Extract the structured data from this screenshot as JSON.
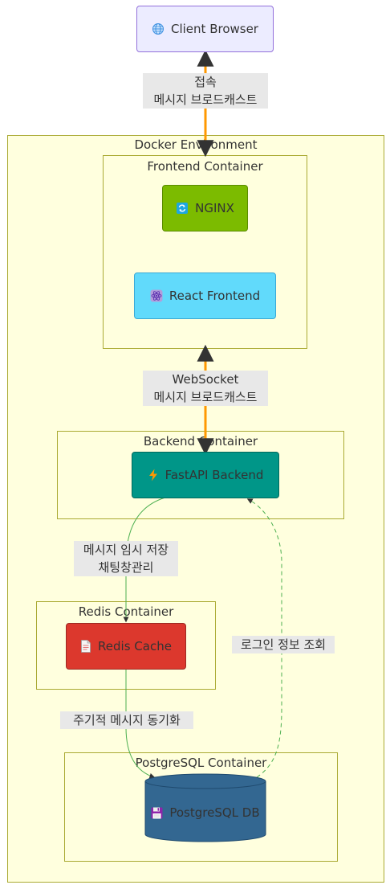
{
  "client": {
    "label": "Client Browser",
    "icon": "globe-icon"
  },
  "docker": {
    "title": "Docker Environment",
    "frontend": {
      "title": "Frontend Container",
      "nginx": {
        "label": "NGINX",
        "icon": "nginx-icon"
      },
      "react": {
        "label": "React Frontend",
        "icon": "react-icon"
      }
    },
    "backend": {
      "title": "Backend Container",
      "fastapi": {
        "label": "FastAPI Backend",
        "icon": "lightning-icon"
      }
    },
    "redis": {
      "title": "Redis Container",
      "cache": {
        "label": "Redis Cache",
        "icon": "document-icon"
      }
    },
    "postgres": {
      "title": "PostgreSQL Container",
      "db": {
        "label": "PostgreSQL DB",
        "icon": "floppy-disk-icon"
      }
    }
  },
  "edges": {
    "client_frontend": {
      "line1": "접속",
      "line2": "메시지 브로드캐스트"
    },
    "frontend_backend": {
      "line1": "WebSocket",
      "line2": "메시지 브로드캐스트"
    },
    "backend_redis": {
      "line1": "메시지 임시 저장",
      "line2": "채팅창관리"
    },
    "redis_db": {
      "line1": "주기적 메시지 동기화"
    },
    "db_backend": {
      "line1": "로그인 정보 조회"
    }
  },
  "colors": {
    "client_fill": "#ececff",
    "nginx_fill": "#7cbb00",
    "react_fill": "#61dafb",
    "fastapi_fill": "#009688",
    "redis_fill": "#dc382d",
    "db_fill": "#336791",
    "orange_edge": "#ff9800",
    "green_edge": "#4caf50"
  }
}
